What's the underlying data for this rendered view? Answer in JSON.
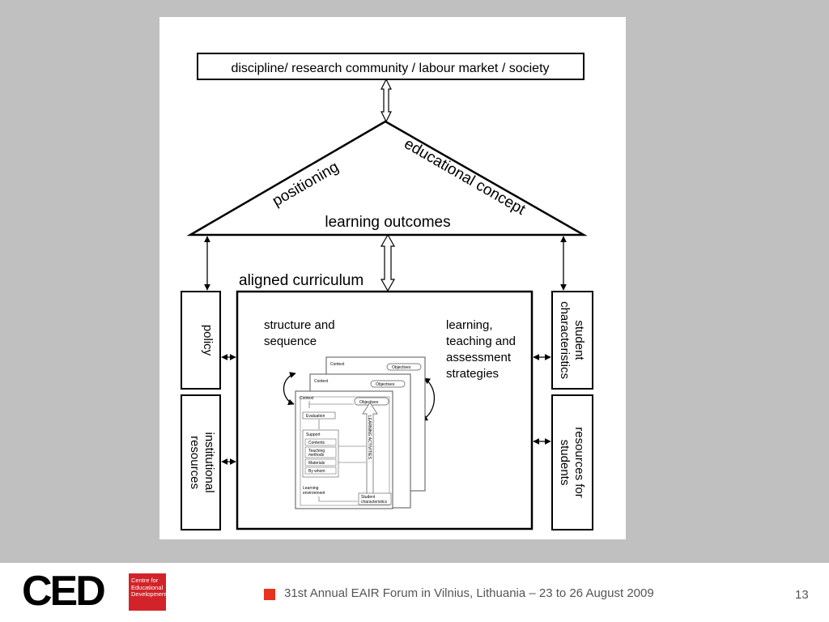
{
  "diagram": {
    "top_box": "discipline/ research community / labour market / society",
    "roof_left": "positioning",
    "roof_right": "educational concept",
    "roof_base": "learning outcomes",
    "aligned_title": "aligned curriculum",
    "structure_line1": "structure and",
    "structure_line2": "sequence",
    "strategies_line1": "learning,",
    "strategies_line2": "teaching and",
    "strategies_line3": "assessment",
    "strategies_line4": "strategies",
    "left_box1": "policy",
    "left_box2_line1": "institutional",
    "left_box2_line2": "resources",
    "right_box1_line1": "student",
    "right_box1_line2": "characteristics",
    "right_box2_line1": "resources for",
    "right_box2_line2": "students",
    "mini": {
      "context": "Context",
      "objectives": "Objectives",
      "evaluation": "Evaluation",
      "support": "Support",
      "contents": "Contents",
      "teaching1": "Teaching",
      "teaching2": "methods",
      "materials": "Materials",
      "bywhom": "By whom",
      "learning_env1": "Learning",
      "learning_env2": "environment",
      "student_char1": "Student",
      "student_char2": "characteristics",
      "vertical_label": "LEARNING ACTIVITIES"
    }
  },
  "footer": {
    "logo_text": "CED",
    "logo_box_line1": "Centre for",
    "logo_box_line2": "Educational",
    "logo_box_line3": "Development",
    "event": "31st Annual EAIR Forum in Vilnius, Lithuania – 23 to 26 August 2009",
    "page_number": "13"
  },
  "colors": {
    "background": "#c0c0c0",
    "accent_red": "#d2232a"
  }
}
